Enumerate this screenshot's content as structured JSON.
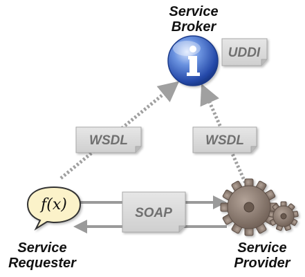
{
  "nodes": {
    "broker": {
      "line1": "Service",
      "line2": "Broker"
    },
    "requester": {
      "line1": "Service",
      "line2": "Requester"
    },
    "provider": {
      "line1": "Service",
      "line2": "Provider"
    }
  },
  "documents": {
    "uddi": "UDDI",
    "wsdl_left": "WSDL",
    "wsdl_right": "WSDL",
    "soap": "SOAP"
  },
  "icons": {
    "broker": "info-icon",
    "requester": "function-fx-icon",
    "provider": "gears-icon"
  },
  "function_symbol": "f(x)",
  "colors": {
    "info_blue": "#2f5db8",
    "doc_fill": "#d9d9d9",
    "doc_text": "#6f6f6f",
    "gear": "#8a7a6e",
    "arrow_dotted": "#a0a0a0",
    "arrow_solid": "#9a9a9a",
    "bubble_fill": "#fbf2c9"
  }
}
